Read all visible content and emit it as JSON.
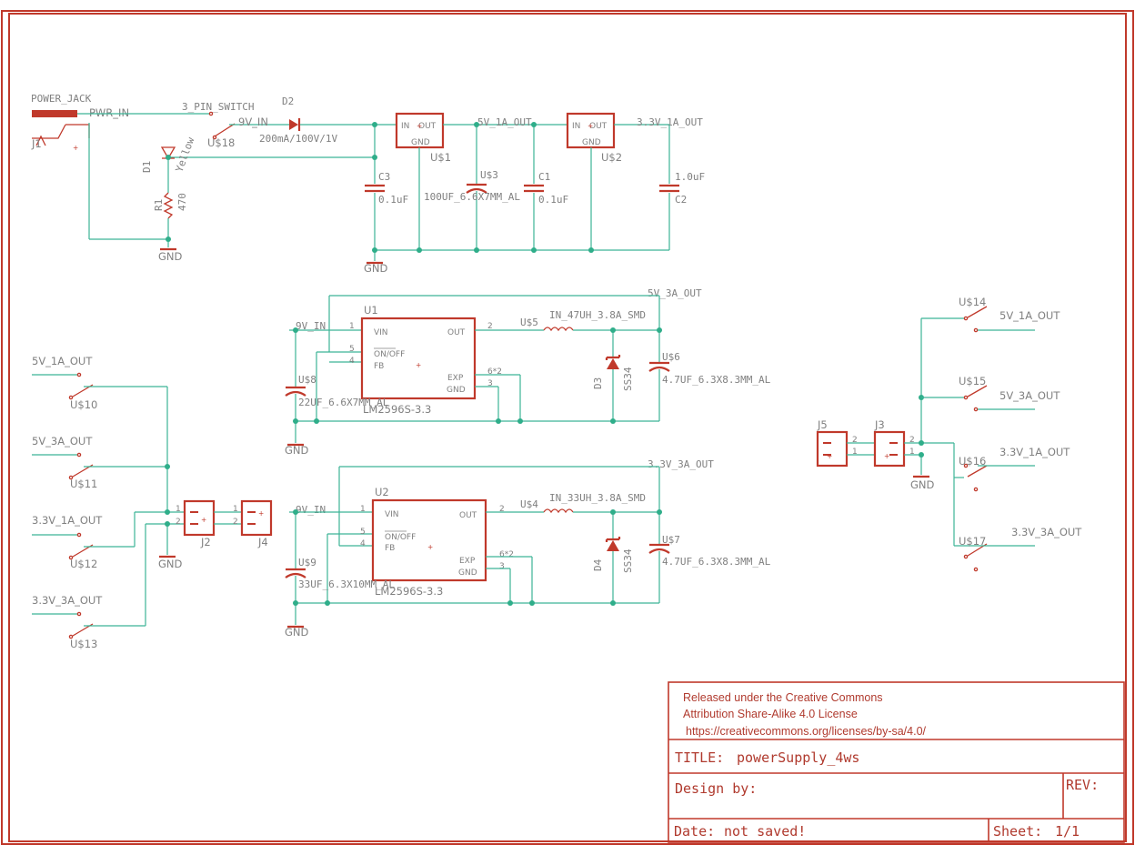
{
  "title_block": {
    "license_line1": "Released under the Creative Commons",
    "license_line2": "Attribution Share-Alike 4.0 License",
    "license_line3": "https://creativecommons.org/licenses/by-sa/4.0/",
    "title_label": "TITLE:",
    "title_value": "powerSupply_4ws",
    "design_label": "Design by:",
    "rev_label": "REV:",
    "date_label": "Date:",
    "date_value": "not saved!",
    "sheet_label": "Sheet:",
    "sheet_value": "1/1"
  },
  "labels": {
    "power_jack": "POWER_JACK",
    "j1": "J1",
    "pwr_in": "PWR_IN",
    "pin_switch": "3_PIN_SWITCH",
    "d2": "D2",
    "v9_in": "9V_IN",
    "d2_val": "200mA/100V/1V",
    "us18": "U$18",
    "d1": "D1",
    "yellow": "Yellow",
    "r1": "R1",
    "r1_val": "470",
    "gnd": "GND",
    "in": "IN",
    "out": "OUT",
    "us1": "U$1",
    "us2": "U$2",
    "v5_1a_out": "5V_1A_OUT",
    "v33_1a_out": "3.3V_1A_OUT",
    "v5_3a_out": "5V_3A_OUT",
    "v33_3a_out": "3.3V_3A_OUT",
    "c3": "C3",
    "c3_val": "0.1uF",
    "us3": "U$3",
    "us3_val": "100UF_6.6X7MM_AL",
    "c1": "C1",
    "c1_val": "0.1uF",
    "c2": "C2",
    "c2_val": "1.0uF",
    "u1": "U1",
    "u2": "U2",
    "vin": "VIN",
    "on_off": "ON/OFF",
    "fb": "FB",
    "exp": "EXP",
    "lm_part": "LM2596S-3.3",
    "us5": "U$5",
    "us5_val": "IN_47UH_3.8A_SMD",
    "us4": "U$4",
    "us4_val": "IN_33UH_3.8A_SMD",
    "d3": "D3",
    "d4": "D4",
    "ss34": "SS34",
    "us6": "U$6",
    "us6_val": "4.7UF_6.3X8.3MM_AL",
    "us7": "U$7",
    "us7_val": "4.7UF_6.3X8.3MM_AL",
    "us8": "U$8",
    "us8_val": "22UF_6.6X7MM_AL",
    "us9": "U$9",
    "us9_val": "33UF_6.3X10MM_AL",
    "pin62": "6*2",
    "us10": "U$10",
    "us11": "U$11",
    "us12": "U$12",
    "us13": "U$13",
    "us14": "U$14",
    "us15": "U$15",
    "us16": "U$16",
    "us17": "U$17",
    "j2": "J2",
    "j3": "J3",
    "j4": "J4",
    "j5": "J5"
  },
  "colors": {
    "wire": "#3cb496",
    "part": "#c0392b",
    "text": "#808080",
    "frame": "#c0392b"
  }
}
